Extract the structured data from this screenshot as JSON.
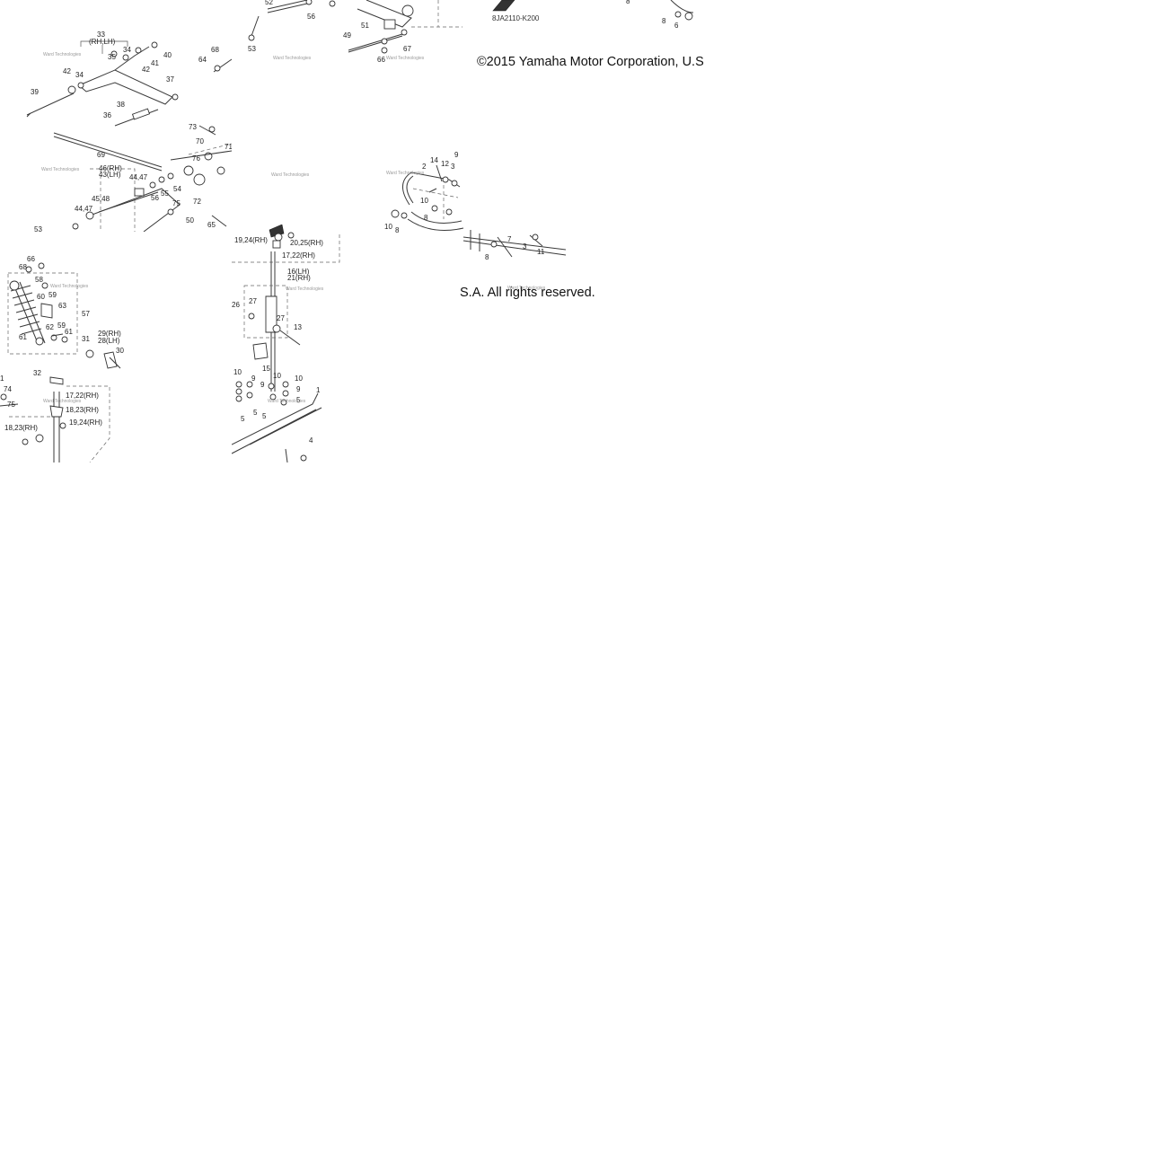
{
  "diagram_code": "8JA2110-K200",
  "copyright": {
    "part1": "©2015 Yamaha Motor Corporation, U.S",
    "part2": "S.A. All rights reserved."
  },
  "watermark": "Ward Technologies",
  "tiles": {
    "top_left": [
      "33",
      "(RH,LH)",
      "34",
      "35",
      "41",
      "42",
      "40",
      "34",
      "42",
      "39",
      "37",
      "38",
      "36",
      "69",
      "73",
      "70",
      "71",
      "76",
      "46(RH)",
      "43(LH)",
      "44,47",
      "56",
      "55",
      "54",
      "45,48",
      "72",
      "75",
      "44,47",
      "50",
      "65",
      "53",
      "68",
      "64"
    ],
    "top_middle": [
      "52",
      "56",
      "53",
      "51",
      "49",
      "66",
      "67"
    ],
    "top_right": [
      "8",
      "6",
      "8"
    ],
    "bottom_left": [
      "66",
      "68",
      "58",
      "59",
      "60",
      "63",
      "57",
      "62",
      "59",
      "61",
      "61",
      "29(RH)",
      "28(LH)",
      "30",
      "31",
      "32",
      "1",
      "74",
      "75",
      "17,22(RH)",
      "18,23(RH)",
      "19,24(RH)",
      "18,23(RH)"
    ],
    "bottom_middle": [
      "19,24(RH)",
      "20,25(RH)",
      "17,22(RH)",
      "16(LH)",
      "21(RH)",
      "27",
      "26",
      "27",
      "13",
      "15",
      "10",
      "9",
      "10",
      "10",
      "9",
      "9",
      "5",
      "5",
      "5",
      "5",
      "1",
      "4"
    ],
    "right_middle": [
      "9",
      "14",
      "12",
      "3",
      "2",
      "10",
      "8",
      "10",
      "8",
      "7",
      "3",
      "11",
      "8"
    ]
  }
}
